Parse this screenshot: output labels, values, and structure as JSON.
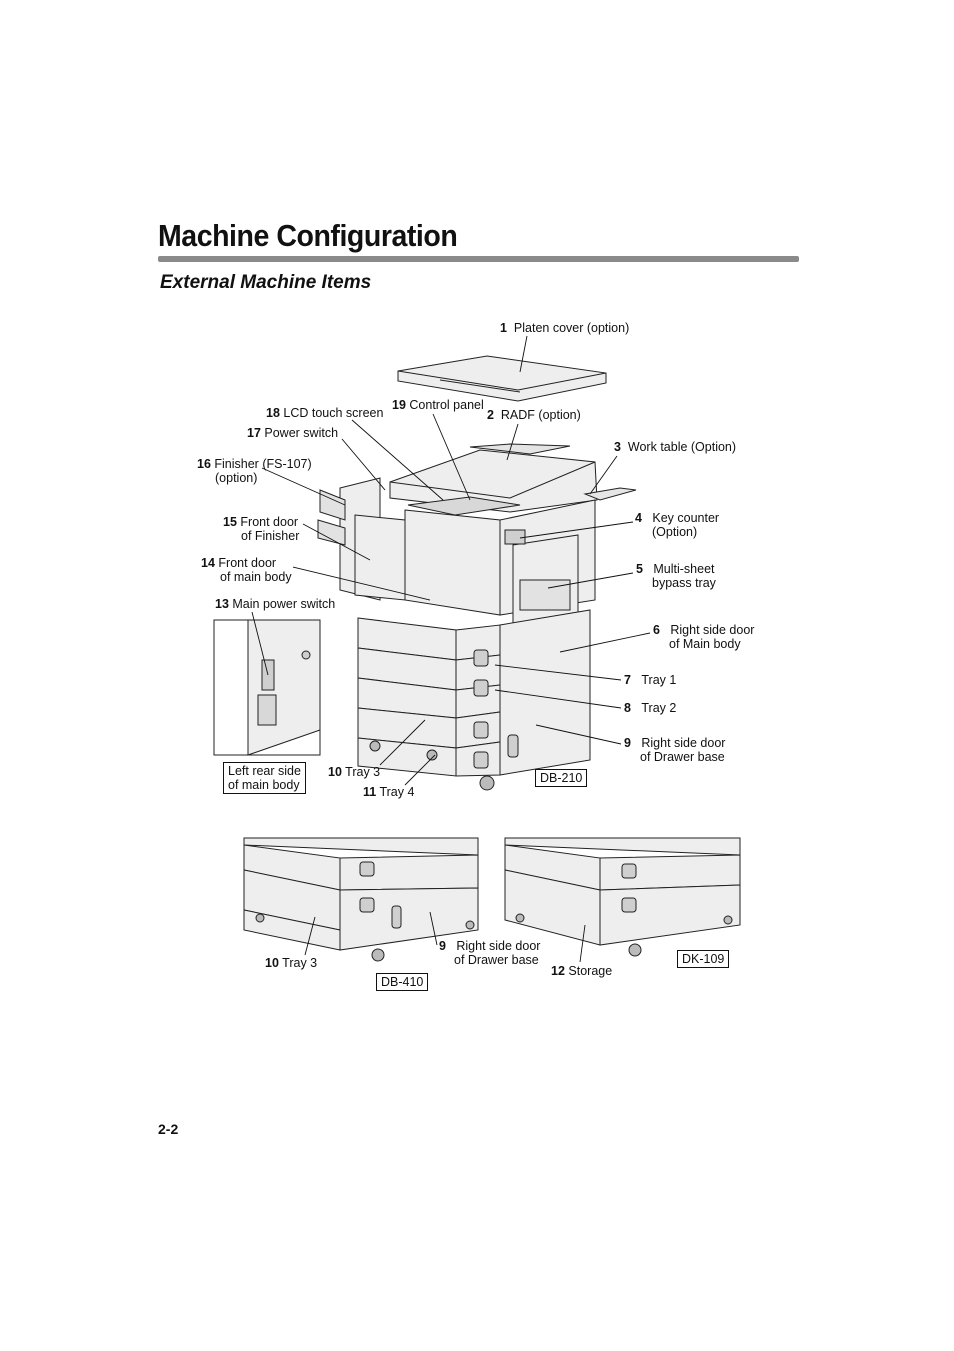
{
  "page": {
    "title": "Machine Configuration",
    "section_title": "External Machine Items",
    "page_number": "2-2"
  },
  "callouts": [
    {
      "num": "1",
      "line1": "Platen cover (option)",
      "line2": ""
    },
    {
      "num": "2",
      "line1": "RADF (option)",
      "line2": ""
    },
    {
      "num": "3",
      "line1": "Work table (Option)",
      "line2": ""
    },
    {
      "num": "4",
      "line1": "Key counter",
      "line2": "(Option)"
    },
    {
      "num": "5",
      "line1": "Multi-sheet",
      "line2": "bypass tray"
    },
    {
      "num": "6",
      "line1": "Right side door",
      "line2": "of Main body"
    },
    {
      "num": "7",
      "line1": "Tray 1",
      "line2": ""
    },
    {
      "num": "8",
      "line1": "Tray 2",
      "line2": ""
    },
    {
      "num": "9",
      "line1": "Right side door",
      "line2": "of Drawer base"
    },
    {
      "num": "10",
      "line1": "Tray 3",
      "line2": ""
    },
    {
      "num": "11",
      "line1": "Tray 4",
      "line2": ""
    },
    {
      "num": "13",
      "line1": "Main power switch",
      "line2": ""
    },
    {
      "num": "14",
      "line1": "Front door",
      "line2": "of main body"
    },
    {
      "num": "15",
      "line1": "Front door",
      "line2": "of Finisher"
    },
    {
      "num": "16",
      "line1": "Finisher (FS-107)",
      "line2": "(option)"
    },
    {
      "num": "17",
      "line1": "Power switch",
      "line2": ""
    },
    {
      "num": "18",
      "line1": "LCD touch screen",
      "line2": ""
    },
    {
      "num": "19",
      "line1": "Control panel",
      "line2": ""
    }
  ],
  "lower_callouts": [
    {
      "num": "10",
      "line1": "Tray 3",
      "line2": ""
    },
    {
      "num": "9",
      "line1": "Right side door",
      "line2": "of Drawer base"
    },
    {
      "num": "12",
      "line1": "Storage",
      "line2": ""
    }
  ],
  "boxed_labels": {
    "left_rear_line1": "Left rear side",
    "left_rear_line2": "of main body",
    "db210": "DB-210",
    "db410": "DB-410",
    "dk109": "DK-109"
  },
  "icons": [
    "copier-illustration",
    "platen-cover-illustration",
    "power-switch-inset",
    "drawer-base-db410-illustration",
    "storage-dk109-illustration"
  ]
}
